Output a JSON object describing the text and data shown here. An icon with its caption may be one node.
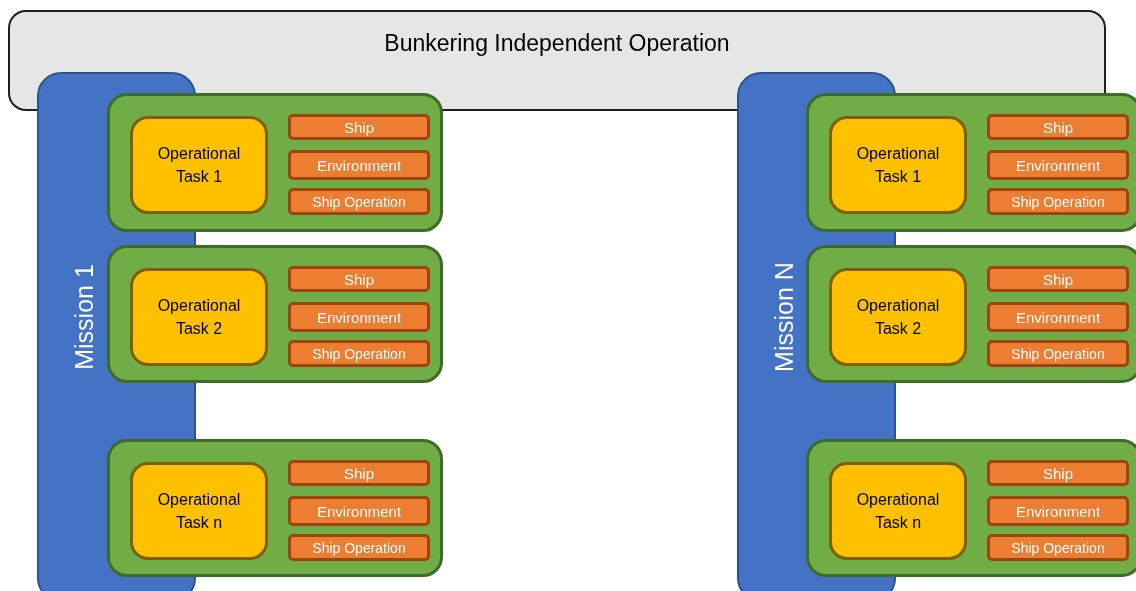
{
  "diagram": {
    "nodes": [
      {
        "text": [
          "Bunkering Independent Operation"
        ]
      },
      {
        "text": [
          "Mission 1"
        ]
      },
      {
        "text": [],
        "shape": "box"
      },
      {
        "text": [
          "Operational Task 1"
        ],
        "in": 2
      },
      {
        "text": [
          "Ship"
        ],
        "in": 2
      },
      {
        "text": [
          "Environment"
        ],
        "in": 2
      },
      {
        "text": [
          "Ship Operation"
        ],
        "in": 2
      },
      {
        "text": [],
        "shape": "box"
      },
      {
        "text": [
          "Operational Task 2"
        ],
        "in": 7
      },
      {
        "text": [
          "Ship"
        ],
        "in": 7
      },
      {
        "text": [
          "Environment"
        ],
        "in": 7
      },
      {
        "text": [
          "Ship Operation"
        ],
        "in": 7
      },
      {
        "text": [],
        "shape": "box"
      },
      {
        "text": [
          "Operational Task n"
        ],
        "in": 12
      },
      {
        "text": [
          "Ship"
        ],
        "in": 12
      },
      {
        "text": [
          "Environment"
        ],
        "in": 12
      },
      {
        "text": [
          "Ship Operation"
        ],
        "in": 12
      },
      {
        "text": [
          "Mission N"
        ]
      },
      {
        "text": [],
        "shape": "box"
      },
      {
        "text": [
          "Operational Task 1"
        ],
        "in": 18
      },
      {
        "text": [
          "Ship"
        ],
        "in": 18
      },
      {
        "text": [
          "Environment"
        ],
        "in": 18
      },
      {
        "text": [
          "Ship Operation"
        ],
        "in": 18
      },
      {
        "text": [],
        "shape": "box"
      },
      {
        "text": [
          "Operational Task 2"
        ],
        "in": 23
      },
      {
        "text": [
          "Ship"
        ],
        "in": 23
      },
      {
        "text": [
          "Environment"
        ],
        "in": 23
      },
      {
        "text": [
          "Ship Operation"
        ],
        "in": 23
      },
      {
        "text": [],
        "shape": "box"
      },
      {
        "text": [
          "Operational Task n"
        ],
        "in": 28
      },
      {
        "text": [
          "Ship"
        ],
        "in": 28
      },
      {
        "text": [
          "Environment"
        ],
        "in": 28
      },
      {
        "text": [
          "Ship Operation"
        ],
        "in": 28
      }
    ],
    "edges": []
  }
}
